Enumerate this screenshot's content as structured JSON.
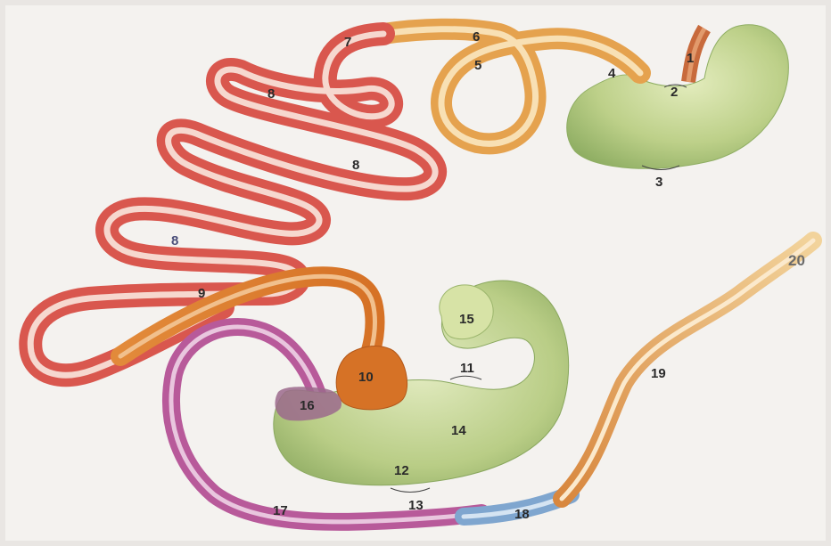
{
  "labels": {
    "l1": "1",
    "l2": "2",
    "l3": "3",
    "l4": "4",
    "l5": "5",
    "l6": "6",
    "l7": "7",
    "l8a": "8",
    "l8b": "8",
    "l8c": "8",
    "l9": "9",
    "l10": "10",
    "l11": "11",
    "l12": "12",
    "l13": "13",
    "l14": "14",
    "l15": "15",
    "l16": "16",
    "l17": "17",
    "l18": "18",
    "l19": "19",
    "l20": "20"
  },
  "colors": {
    "background": "#f3f1ee",
    "stomach_green": "#b9cf86",
    "stomach_light": "#dbe7b4",
    "red_intestine": "#d9574e",
    "orange_intestine": "#e5a24e",
    "dark_orange": "#d67226",
    "purple_colon": "#b85a9a",
    "blue_rectum": "#7fa6cf",
    "tan_end": "#e8b97a"
  }
}
